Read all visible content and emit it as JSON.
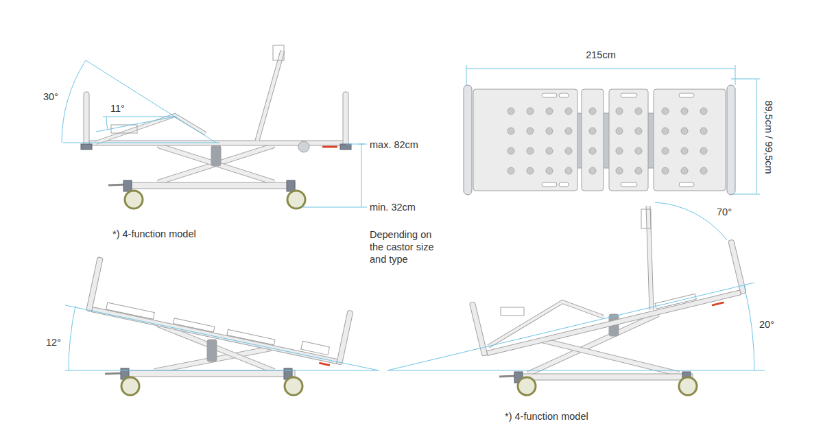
{
  "diagram": {
    "labels": [
      "30°",
      "11°",
      "max. 82cm",
      "min. 32cm",
      "*) 4-function model",
      "Depending on the castor size and type",
      "215cm",
      "89,5cm / 99,5cm",
      "12°",
      "70°",
      "20°",
      "*) 4-function model"
    ]
  }
}
